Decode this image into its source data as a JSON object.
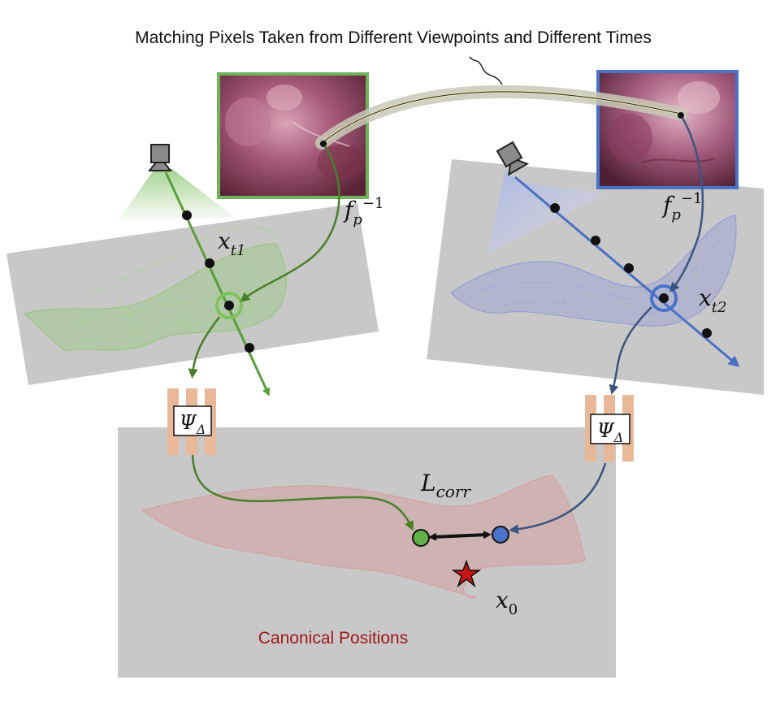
{
  "title": "Matching Pixels Taken from Different Viewpoints and Different Times",
  "labels": {
    "inverse_projection_left": "f",
    "inverse_projection_right": "f",
    "f_sub": "p",
    "f_sup": "−1",
    "x_t1_base": "x",
    "x_t1_sub": "t1",
    "x_t2_base": "x",
    "x_t2_sub": "t2",
    "psi_left_base": "Ψ",
    "psi_right_base": "Ψ",
    "psi_sub": "Δ",
    "loss_base": "L",
    "loss_sub": "corr",
    "x0_base": "x",
    "x0_sub": "0",
    "canonical_label": "Canonical Positions"
  },
  "colors": {
    "green": "#5a9e3a",
    "green_frame": "#6fb35a",
    "blue": "#4a6fc4",
    "blue_frame": "#4a72c9",
    "dark_blue_arrow": "#3b5580",
    "dark_green_arrow": "#4a7f2a",
    "panel_gray": "#c8c8c8",
    "canonical_text": "#a01818",
    "mesh_green": "#8cc870",
    "mesh_blue": "#8a96d8",
    "mesh_red": "#d89a9a",
    "psi_bar": "#e8b898",
    "star": "#c81414"
  }
}
